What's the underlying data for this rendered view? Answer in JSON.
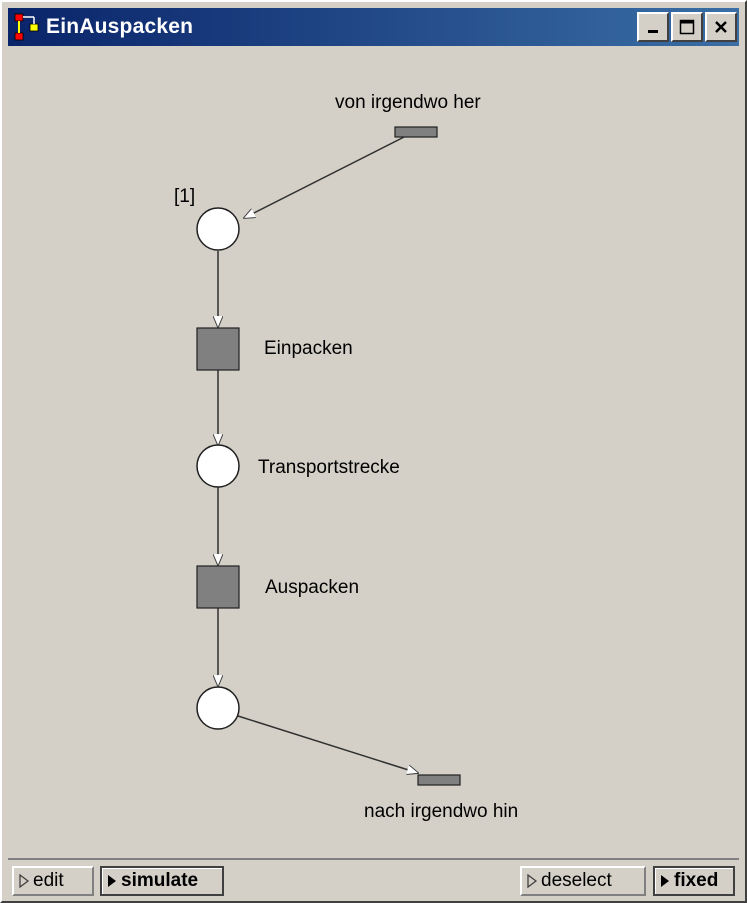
{
  "window": {
    "title": "EinAuspacken"
  },
  "net": {
    "marking_label": "[1]",
    "input_label": "von irgendwo her",
    "transition1_label": "Einpacken",
    "place2_label": "Transportstrecke",
    "transition2_label": "Auspacken",
    "output_label": "nach irgendwo hin"
  },
  "statusbar": {
    "edit_label": "edit",
    "simulate_label": "simulate",
    "deselect_label": "deselect",
    "fixed_label": "fixed"
  },
  "colors": {
    "titlebar_start": "#0a246a",
    "titlebar_end": "#3a6ea5",
    "background": "#d4d0c8",
    "transition_fill": "#808080"
  }
}
